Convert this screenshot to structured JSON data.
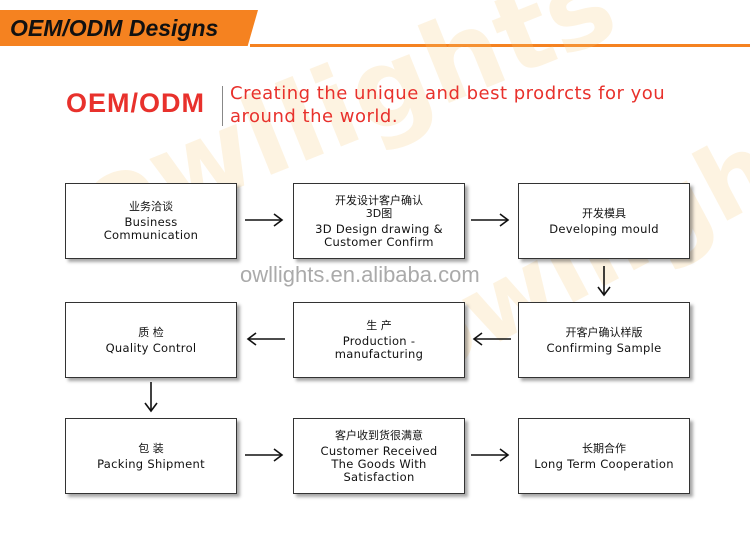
{
  "header": {
    "title": "OEM/ODM Designs"
  },
  "watermark": {
    "brand": "owllights",
    "site": "owllights.en.alibaba.com"
  },
  "hero": {
    "brand": "OEM/ODM",
    "tagline": "Creating the unique and best prodrcts for you around the world."
  },
  "steps": [
    {
      "cn": "业务洽谈",
      "en": "Business Communication"
    },
    {
      "cn": "开发设计客户确认3D图",
      "en": "3D Design drawing & Customer Confirm"
    },
    {
      "cn": "开发模具",
      "en": "Developing mould"
    },
    {
      "cn": "开客户确认样版",
      "en": "Confirming Sample"
    },
    {
      "cn": "生 产",
      "en": "Production -manufacturing"
    },
    {
      "cn": "质 检",
      "en": "Quality Control"
    },
    {
      "cn": "包 装",
      "en": "Packing Shipment"
    },
    {
      "cn": "客户收到货很满意",
      "en": "Customer Received The Goods With Satisfaction"
    },
    {
      "cn": "长期合作",
      "en": "Long Term Cooperation"
    }
  ],
  "colors": {
    "accent": "#f58220",
    "brand_red": "#e8312c"
  }
}
